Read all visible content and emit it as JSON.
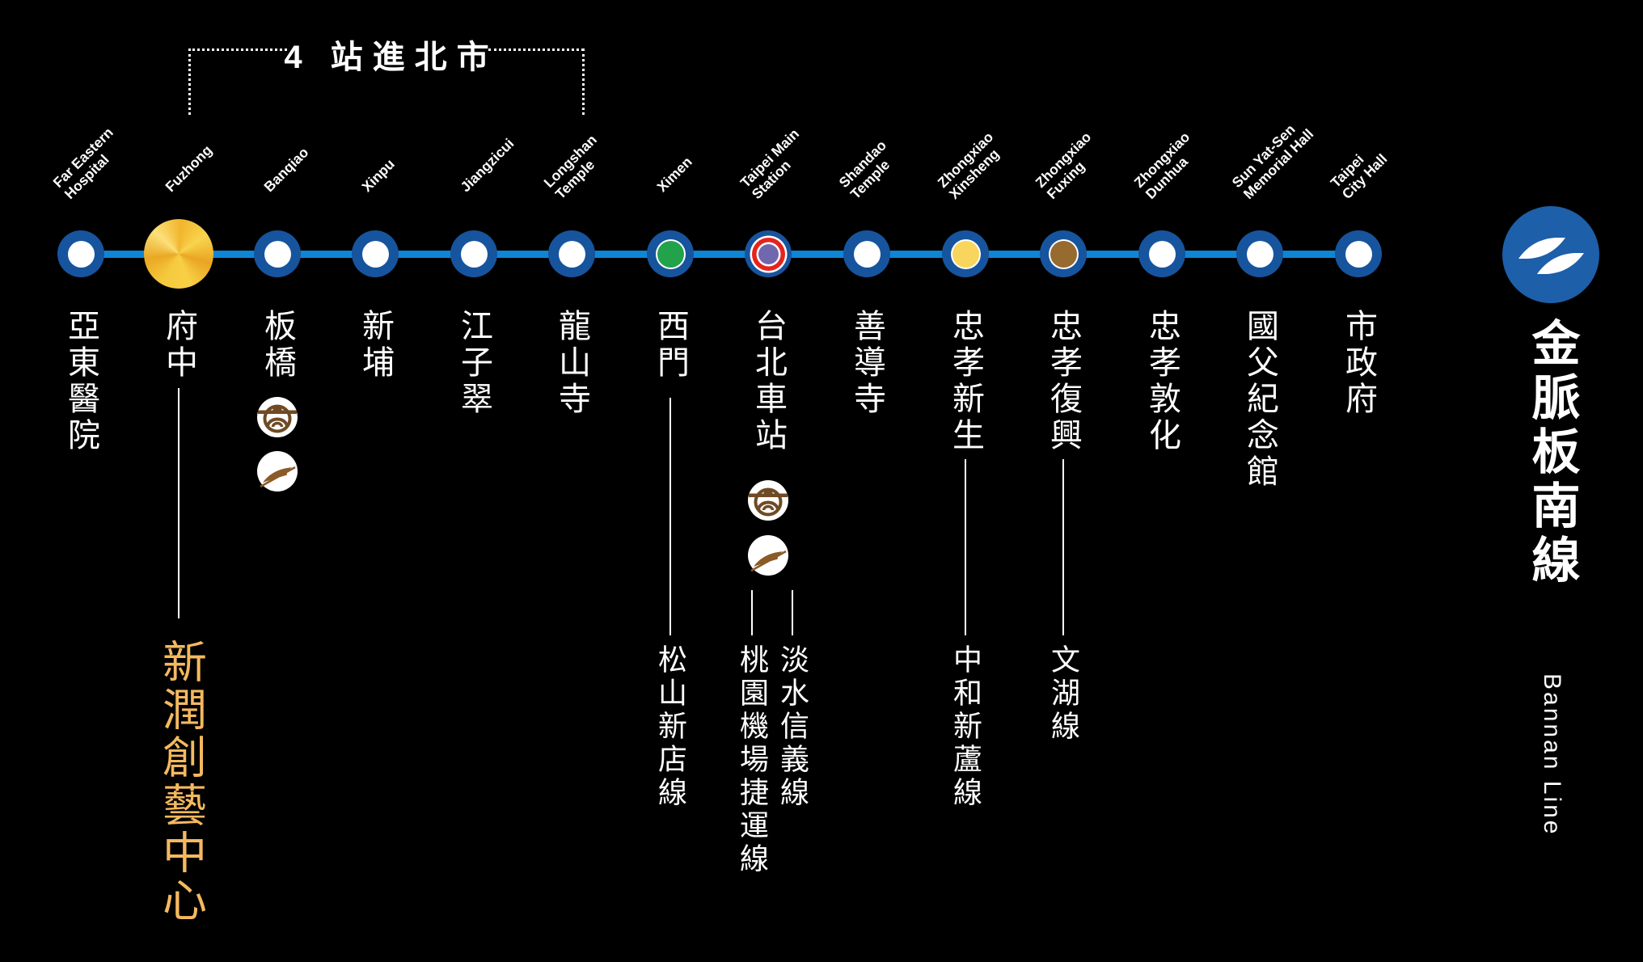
{
  "page": {
    "background": "#000000"
  },
  "bracket": {
    "label": "4 站進北市"
  },
  "line": {
    "title_zh": "金脈板南線",
    "title_en": "Bannan Line",
    "route_color": "#0d86d6",
    "station_ring_color": "#17549e"
  },
  "project": {
    "name": "新潤創藝中心",
    "color": "#f4b95f"
  },
  "transfer_colors": {
    "songshan_xindian_green": "#21a24b",
    "tamsui_xinyi_red_ring": "#e3251d",
    "taipei_main_purple_core": "#7068ae",
    "zhonghe_xinlu_yellow": "#f8d55c",
    "wenhu_brown": "#976a30",
    "highlight_gold": "#f2b52e"
  },
  "stations": [
    {
      "en": "Far Eastern\nHospital",
      "zh": "亞東醫院"
    },
    {
      "en": "Fuzhong",
      "zh": "府中"
    },
    {
      "en": "Banqiao",
      "zh": "板橋"
    },
    {
      "en": "Xinpu",
      "zh": "新埔"
    },
    {
      "en": "Jiangzicui",
      "zh": "江子翠"
    },
    {
      "en": "Longshan\nTemple",
      "zh": "龍山寺"
    },
    {
      "en": "Ximen",
      "zh": "西門"
    },
    {
      "en": "Taipei Main\nStation",
      "zh": "台北車站"
    },
    {
      "en": "Shandao\nTemple",
      "zh": "善導寺"
    },
    {
      "en": "Zhongxiao\nXinsheng",
      "zh": "忠孝新生"
    },
    {
      "en": "Zhongxiao\nFuxing",
      "zh": "忠孝復興"
    },
    {
      "en": "Zhongxiao\nDunhua",
      "zh": "忠孝敦化"
    },
    {
      "en": "Sun Yat-Sen\nMemorial Hall",
      "zh": "國父紀念館"
    },
    {
      "en": "Taipei\nCity Hall",
      "zh": "市政府"
    }
  ],
  "branches": {
    "ximen": "松山新店線",
    "taipei_main_left": "桃園機場捷運線",
    "taipei_main_right": "淡水信義線",
    "zhongxiao_xinsheng": "中和新蘆線",
    "zhongxiao_fuxing": "文湖線"
  }
}
